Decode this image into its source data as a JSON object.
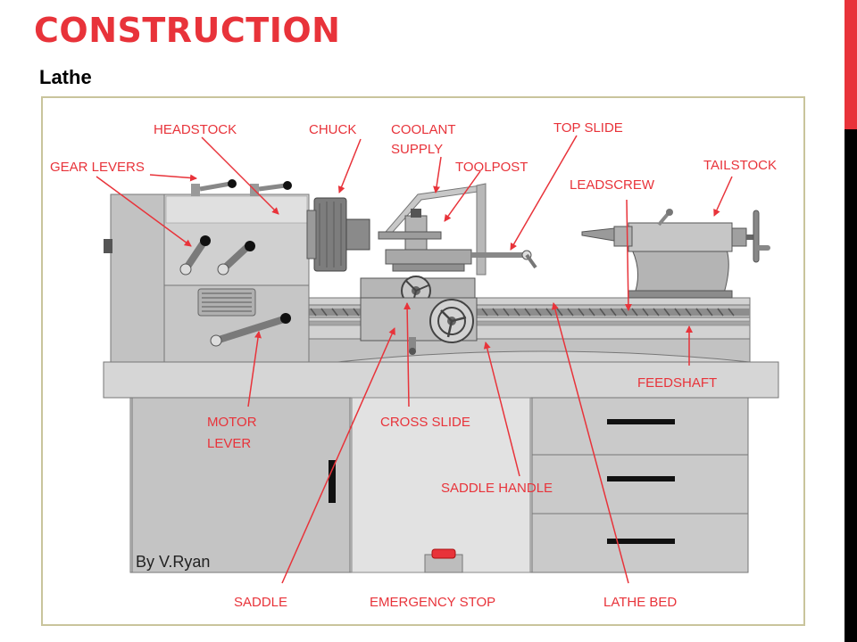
{
  "slide": {
    "title": "CONSTRUCTION",
    "subtitle": "Lathe",
    "accent_color": "#e8333a",
    "accent_dark": "#000000"
  },
  "diagram": {
    "credit": "By V.Ryan",
    "label_color": "#e8333a",
    "labels": {
      "headstock": "HEADSTOCK",
      "chuck": "CHUCK",
      "coolant_1": "COOLANT",
      "coolant_2": "SUPPLY",
      "top_slide": "TOP SLIDE",
      "gear_levers": "GEAR LEVERS",
      "toolpost": "TOOLPOST",
      "tailstock": "TAILSTOCK",
      "leadscrew": "LEADSCREW",
      "feedshaft": "FEEDSHAFT",
      "motor_1": "MOTOR",
      "motor_2": "LEVER",
      "cross_slide": "CROSS SLIDE",
      "saddle_handle": "SADDLE HANDLE",
      "saddle": "SADDLE",
      "emergency_stop": "EMERGENCY STOP",
      "lathe_bed": "LATHE BED"
    }
  }
}
